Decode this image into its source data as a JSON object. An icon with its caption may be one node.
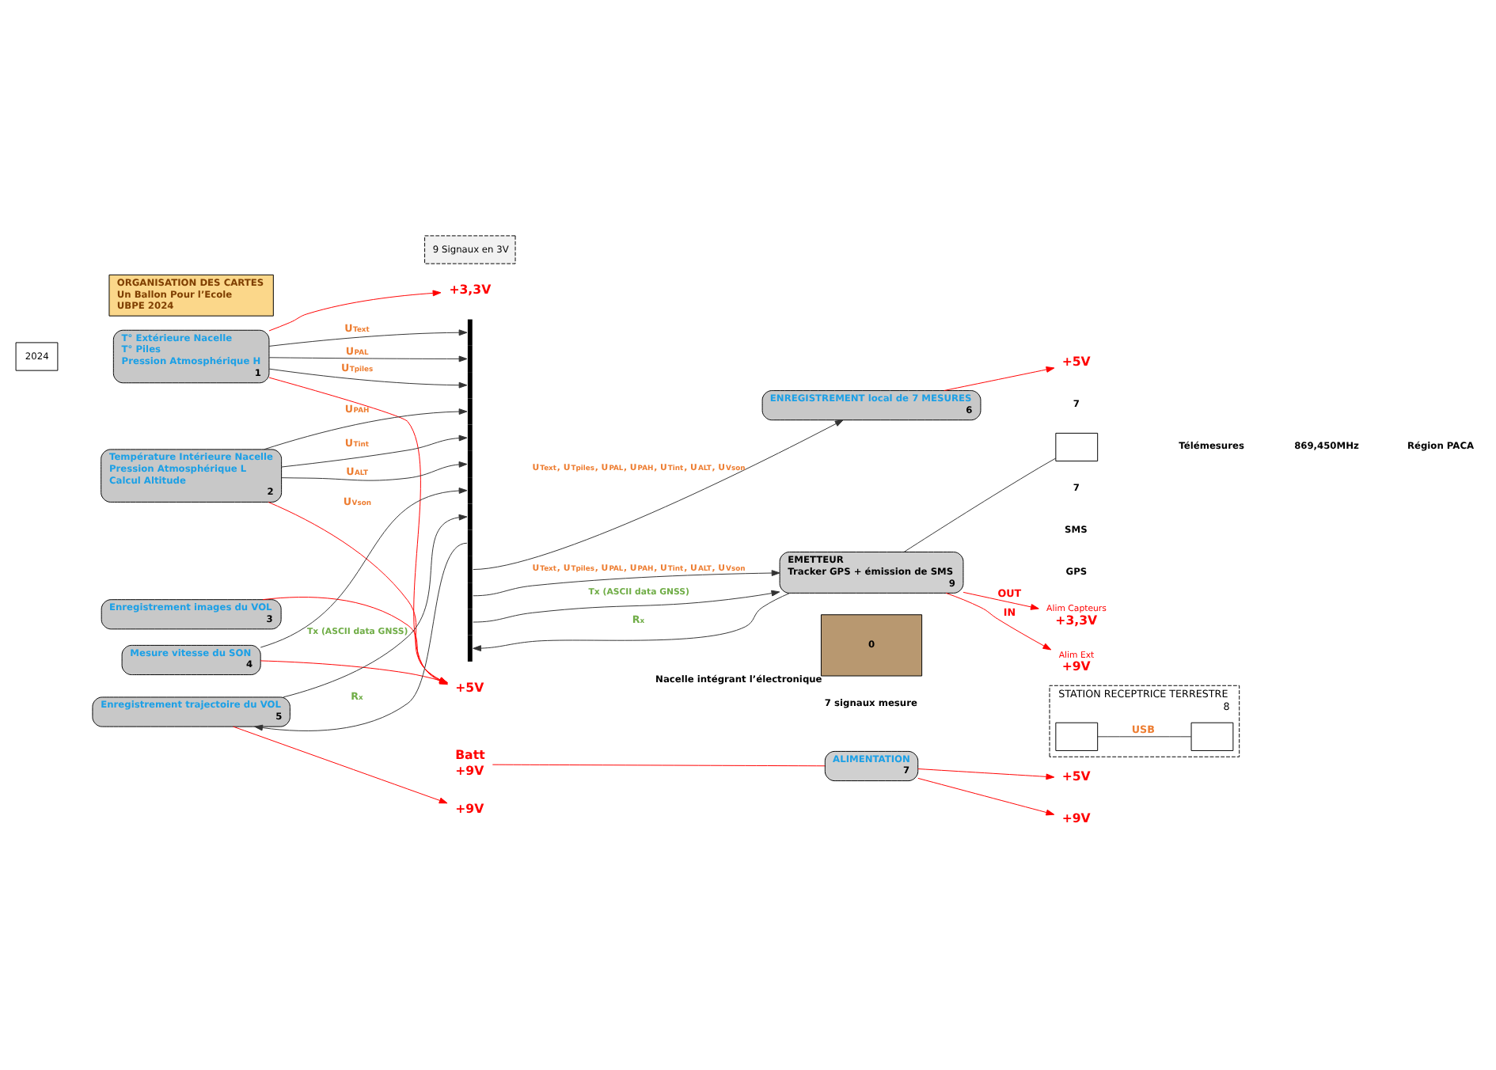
{
  "diagram": {
    "nodes": [
      {
        "text": [
          "2024"
        ]
      },
      {
        "text": [
          "T° Extérieure Nacelle",
          "T° Piles",
          "Pression Atmosphérique H",
          "1"
        ]
      },
      {
        "text": [
          "Température Intérieure Nacelle",
          "Pression Atmosphérique L",
          "Calcul Altitude",
          "2"
        ]
      },
      {
        "text": [
          "Enregistrement images du VOL",
          "3"
        ]
      },
      {
        "text": [
          "Mesure vitesse du SON",
          "4"
        ]
      },
      {
        "text": [
          "Enregistrement trajectoire du VOL",
          "5"
        ]
      },
      {
        "text": [
          "ENREGISTREMENT local de 7 MESURES",
          "6"
        ]
      },
      {
        "text": [
          "ALIMENTATION",
          "7"
        ]
      },
      {
        "text": [
          "EMETTEUR",
          "Tracker GPS + émission de SMS",
          "9"
        ]
      },
      {
        "text": [
          "0"
        ],
        "beside": [
          "Nacelle intégrant l’électronique"
        ]
      },
      {
        "text": [
          "STATION RECEPTRICE TERRESTRE",
          "8"
        ]
      },
      {
        "text": [],
        "shape": "box",
        "in": 10
      },
      {
        "text": [],
        "shape": "box",
        "in": 10
      },
      {
        "text": [
          "9 Signaux en 3V"
        ]
      },
      {
        "text": [],
        "shape": "bar"
      },
      {
        "text": [
          "ORGANISATION DES CARTES",
          "Un Ballon Pour l’Ecole",
          "UBPE 2024"
        ]
      },
      {
        "text": [
          "+5V"
        ]
      },
      {
        "text": [
          "+3,3V"
        ]
      },
      {
        "text": [
          "+9V"
        ]
      },
      {
        "text": [
          "+5V"
        ]
      },
      {
        "text": [
          "+9V"
        ]
      },
      {
        "text": [
          "+5V"
        ]
      },
      {
        "text": [
          "Batt",
          "+9V"
        ]
      },
      {
        "text": [
          "+3,3V"
        ],
        "beside": [
          "Alim Capteurs"
        ]
      },
      {
        "text": [
          "+9V"
        ],
        "beside": [
          "Alim Ext"
        ]
      },
      {
        "text": [],
        "shape": "box"
      }
    ],
    "edges": [
      {
        "from": 1,
        "to": 14,
        "arrow": "to",
        "label": "U$_{Text}$"
      },
      {
        "from": 1,
        "to": 14,
        "arrow": "to",
        "label": "U$_{PAL}$"
      },
      {
        "from": 1,
        "to": 14,
        "arrow": "to",
        "label": "U$_{Tpiles}$"
      },
      {
        "from": 2,
        "to": 14,
        "arrow": "to",
        "label": "U$_{PAH}$"
      },
      {
        "from": 2,
        "to": 14,
        "arrow": "to",
        "label": "U$_{Tint}$"
      },
      {
        "from": 2,
        "to": 14,
        "arrow": "to",
        "label": "U$_{ALT}$"
      },
      {
        "from": 4,
        "to": 14,
        "arrow": "to",
        "label": "U$_{Vson}$"
      },
      {
        "from": 5,
        "to": 14,
        "arrow": "to",
        "label": "Tx (ASCII data GNSS)"
      },
      {
        "from": 14,
        "to": 5,
        "arrow": "to",
        "label": "R$_{x}$"
      },
      {
        "from": 14,
        "to": 6,
        "arrow": "to",
        "label": "U$_{Text}$, U$_{Tpiles}$, U$_{PAL}$, U$_{PAH}$, U$_{Tint}$, U$_{ALT}$, U$_{Vson}$"
      },
      {
        "from": 14,
        "to": 8,
        "arrow": "to",
        "label": "U$_{Text}$, U$_{Tpiles}$, U$_{PAL}$, U$_{PAH}$, U$_{Tint}$, U$_{ALT}$, U$_{Vson}$"
      },
      {
        "from": 14,
        "to": 8,
        "arrow": "to",
        "label": "Tx (ASCII data GNSS)"
      },
      {
        "from": 8,
        "to": 14,
        "arrow": "to",
        "label": "R$_{x}$"
      },
      {
        "from": 1,
        "to": 16,
        "arrow": "to",
        "color": "#ff0000"
      },
      {
        "from": 2,
        "to": 16,
        "arrow": "to",
        "color": "#ff0000"
      },
      {
        "from": 3,
        "to": 16,
        "arrow": "to",
        "color": "#ff0000"
      },
      {
        "from": 4,
        "to": 16,
        "arrow": "to",
        "color": "#ff0000"
      },
      {
        "from": 1,
        "to": 17,
        "arrow": "to",
        "color": "#ff0000"
      },
      {
        "from": 5,
        "to": 18,
        "arrow": "to",
        "color": "#ff0000"
      },
      {
        "from": 6,
        "to": 19,
        "arrow": "to",
        "color": "#ff0000"
      },
      {
        "from": 7,
        "to": 20,
        "arrow": "to",
        "color": "#ff0000"
      },
      {
        "from": 7,
        "to": 21,
        "arrow": "to",
        "color": "#ff0000"
      },
      {
        "from": 22,
        "to": 7,
        "arrow": "none",
        "color": "#ff0000"
      },
      {
        "from": 8,
        "to": 23,
        "arrow": "to",
        "color": "#ff0000",
        "label": "OUT"
      },
      {
        "from": 8,
        "to": 24,
        "arrow": "to",
        "color": "#ff0000",
        "label": "IN"
      },
      {
        "from": 8,
        "to": 25,
        "arrow": "none"
      },
      {
        "from": 11,
        "to": 12,
        "arrow": "none",
        "label": "USB"
      }
    ],
    "labels": [
      "7",
      "7 signaux mesure",
      "7",
      "SMS",
      "GPS",
      "Télémesures",
      "869,450MHz",
      "Région PACA"
    ]
  }
}
